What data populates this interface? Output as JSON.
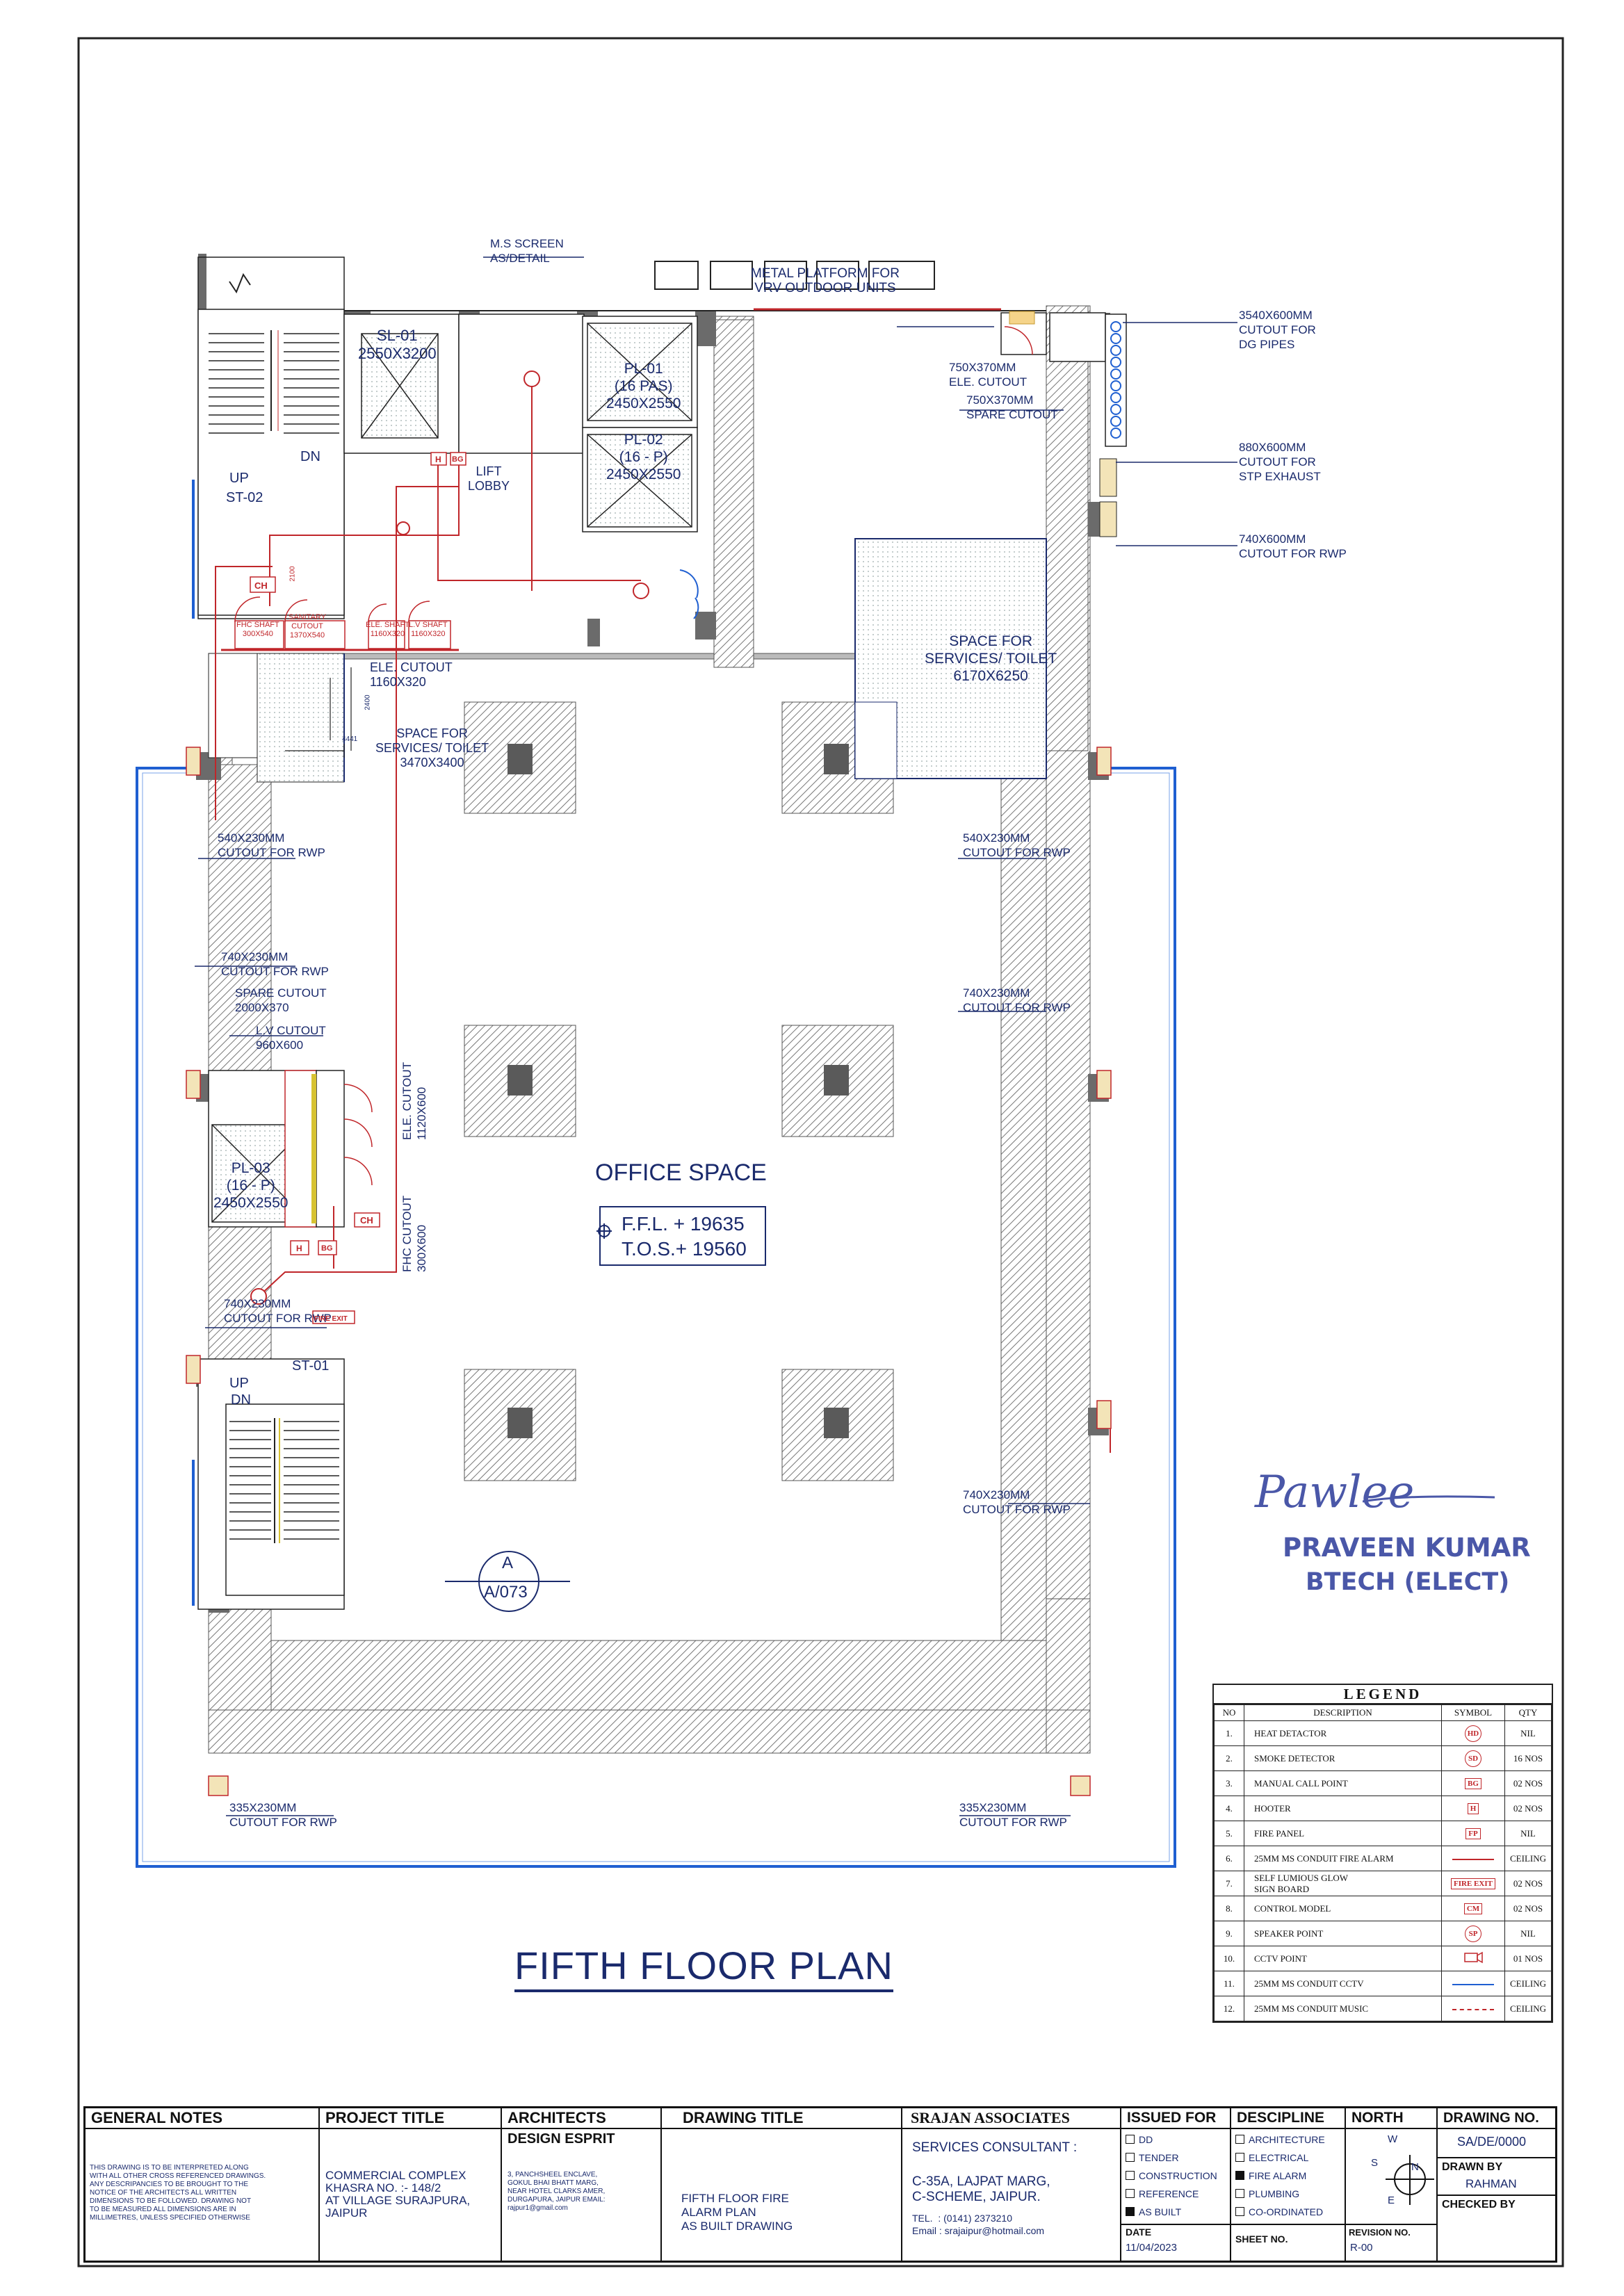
{
  "drawing": {
    "title": "FIFTH FLOOR PLAN",
    "top_labels": {
      "ms_screen": "M.S SCREEN\nAS/DETAIL",
      "metal_platform": "METAL PLATFORM FOR\nVRV OUTDOOR UNITS"
    },
    "rooms": {
      "sl01": "SL-01\n2550X3200",
      "pl01": "PL-01\n(16 PAS)\n2450X2550",
      "pl02": "PL-02\n(16 - P)\n2450X2550",
      "pl03": "PL-03\n(16 - P)\n2450X2550",
      "lift_lobby": "LIFT\nLOBBY",
      "st02_up": "UP",
      "st02": "ST-02",
      "st02_dn": "DN",
      "st01": "ST-01",
      "st01_up": "UP",
      "st01_dn": "DN",
      "office_space": "OFFICE SPACE",
      "ffl": "F.F.L. + 19635",
      "tos": "T.O.S.+ 19560",
      "section_a": "A",
      "section_ref": "A/073"
    },
    "annotations": {
      "fhc_shaft": "FHC SHAFT\n300X540",
      "sanitary": "SANITARY\nCUTOUT\n1370X540",
      "ele_shaft": "ELE. SHAFT\n1160X320",
      "lv_shaft": "L.V SHAFT\n1160X320",
      "ele_cutout_1": "ELE. CUTOUT\n1160X320",
      "space_services_1": "SPACE FOR\nSERVICES/ TOILET\n3470X3400",
      "space_services_2": "SPACE FOR\nSERVICES/ TOILET\n6170X6250",
      "ele_cutout_750": "750X370MM\nELE. CUTOUT",
      "spare_cutout_750": "750X370MM\nSPARE CUTOUT",
      "dg_pipes": "3540X600MM\nCUTOUT FOR\nDG PIPES",
      "stp_exhaust": "880X600MM\nCUTOUT FOR\nSTP EXHAUST",
      "rwp_740_right_top": "740X600MM\nCUTOUT FOR RWP",
      "rwp_540_left": "540X230MM\nCUTOUT FOR RWP",
      "rwp_540_right": "540X230MM\nCUTOUT FOR RWP",
      "rwp_740_left": "740X230MM\nCUTOUT FOR RWP",
      "rwp_740_right": "740X230MM\nCUTOUT FOR RWP",
      "spare_cutout_2000": "SPARE CUTOUT\n2000X370",
      "lv_cutout": "L.V CUTOUT\n960X600",
      "ele_cutout_vert": "ELE. CUTOUT\n1120X600",
      "fhc_cutout_vert": "FHC CUTOUT\n300X600",
      "rwp_740_left_2": "740X230MM\nCUTOUT FOR RWP",
      "rwp_740_right_2": "740X230MM\nCUTOUT FOR RWP",
      "rwp_335_left": "335X230MM\nCUTOUT FOR RWP",
      "rwp_335_right": "335X230MM\nCUTOUT FOR RWP",
      "dim_2100": "2100",
      "dim_2400": "2400",
      "dim_4441": "4441"
    },
    "device_tags": {
      "ch": "CH",
      "h": "H",
      "bg": "BG",
      "fire_exit": "FIRE EXIT"
    }
  },
  "stamp": {
    "signature": "Pawlee",
    "name": "PRAVEEN KUMAR",
    "qualification": "BTECH (ELECT)"
  },
  "legend": {
    "title": "LEGEND",
    "headers": [
      "NO",
      "DESCRIPTION",
      "SYMBOL",
      "QTY"
    ],
    "rows": [
      {
        "no": "1.",
        "desc": "HEAT DETACTOR",
        "sym": "HD",
        "qty": "NIL"
      },
      {
        "no": "2.",
        "desc": "SMOKE DETECTOR",
        "sym": "SD",
        "qty": "16 NOS"
      },
      {
        "no": "3.",
        "desc": "MANUAL CALL POINT",
        "sym": "BG",
        "qty": "02 NOS"
      },
      {
        "no": "4.",
        "desc": "HOOTER",
        "sym": "H",
        "qty": "02 NOS"
      },
      {
        "no": "5.",
        "desc": "FIRE PANEL",
        "sym": "FP",
        "qty": "NIL"
      },
      {
        "no": "6.",
        "desc": "25MM MS CONDUIT FIRE ALARM",
        "sym": "",
        "qty": "CEILING"
      },
      {
        "no": "7.",
        "desc": "SELF LUMIOUS GLOW\nSIGN BOARD",
        "sym": "FIRE EXIT",
        "qty": "02 NOS"
      },
      {
        "no": "8.",
        "desc": "CONTROL MODEL",
        "sym": "CM",
        "qty": "02 NOS"
      },
      {
        "no": "9.",
        "desc": "SPEAKER POINT",
        "sym": "SP",
        "qty": "NIL"
      },
      {
        "no": "10.",
        "desc": "CCTV POINT",
        "sym": "",
        "qty": "01 NOS"
      },
      {
        "no": "11.",
        "desc": "25MM MS CONDUIT CCTV",
        "sym": "",
        "qty": "CEILING"
      },
      {
        "no": "12.",
        "desc": "25MM MS CONDUIT MUSIC",
        "sym": "",
        "qty": "CEILING"
      }
    ]
  },
  "title_block": {
    "general_notes": {
      "heading": "GENERAL NOTES",
      "text": "THIS DRAWING IS TO BE INTERPRETED ALONG\nWITH ALL OTHER CROSS REFERENCED DRAWINGS.\nANY DESCRIPANCIES TO BE BROUGHT TO THE\nNOTICE OF THE ARCHITECTS ALL WRITTEN\nDIMENSIONS TO BE FOLLOWED. DRAWING NOT\nTO BE MEASURED ALL DIMENSIONS ARE IN\nMILLIMETRES, UNLESS SPECIFIED OTHERWISE"
    },
    "project_title": {
      "heading": "PROJECT TITLE",
      "text": "COMMERCIAL COMPLEX\nKHASRA NO. :- 148/2\nAT VILLAGE SURAJPURA,\nJAIPUR"
    },
    "architects": {
      "heading": "ARCHITECTS",
      "firm": "DESIGN ESPRIT",
      "address": "3, PANCHSHEEL ENCLAVE,\nGOKUL BHAI BHATT MARG,\nNEAR HOTEL CLARKS AMER,\nDURGAPURA, JAIPUR EMAIL:\nrajpur1@gmail.com"
    },
    "drawing_title": {
      "heading": "DRAWING TITLE",
      "text": "FIFTH FLOOR FIRE\nALARM PLAN\nAS BUILT DRAWING"
    },
    "consultant": {
      "heading": "SRAJAN ASSOCIATES",
      "role": "SERVICES CONSULTANT :",
      "address": "C-35A, LAJPAT MARG,\nC-SCHEME, JAIPUR.",
      "tel": "TEL.  : (0141) 2373210",
      "email": "Email : srajaipur@hotmail.com"
    },
    "issued_for": {
      "heading": "ISSUED FOR",
      "options": [
        {
          "label": "DD",
          "checked": false
        },
        {
          "label": "TENDER",
          "checked": false
        },
        {
          "label": "CONSTRUCTION",
          "checked": false
        },
        {
          "label": "REFERENCE",
          "checked": false
        },
        {
          "label": "AS BUILT",
          "checked": true
        }
      ],
      "date_label": "DATE",
      "date": "11/04/2023"
    },
    "discipline": {
      "heading": "DESCIPLINE",
      "options": [
        {
          "label": "ARCHITECTURE",
          "checked": false
        },
        {
          "label": "ELECTRICAL",
          "checked": false
        },
        {
          "label": "FIRE ALARM",
          "checked": true
        },
        {
          "label": "PLUMBING",
          "checked": false
        },
        {
          "label": "CO-ORDINATED",
          "checked": false
        }
      ],
      "sheet_label": "SHEET NO."
    },
    "north": {
      "heading": "NORTH",
      "w": "W",
      "s": "S",
      "n": "N",
      "e": "E",
      "revision_label": "REVISION NO.",
      "revision": "R-00"
    },
    "drawing_no": {
      "heading": "DRAWING NO.",
      "value": "SA/DE/0000",
      "drawn_label": "DRAWN BY",
      "drawn": "RAHMAN",
      "checked_label": "CHECKED BY"
    }
  }
}
